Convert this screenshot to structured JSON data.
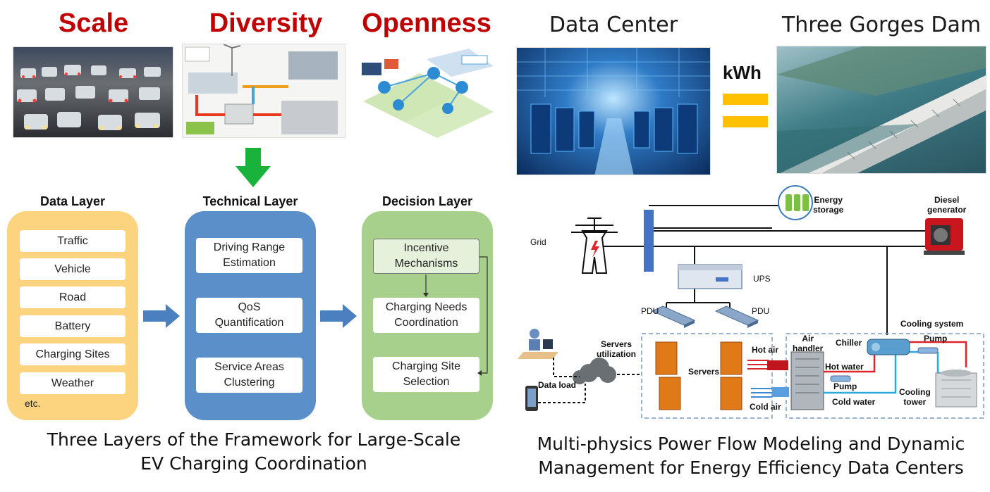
{
  "headings": {
    "scale": "Scale",
    "diversity": "Diversity",
    "openness": "Openness",
    "data_center": "Data Center",
    "three_gorges": "Three Gorges Dam",
    "kwh": "kWh"
  },
  "layers": {
    "data": {
      "title": "Data Layer",
      "items": [
        "Traffic",
        "Vehicle",
        "Road",
        "Battery",
        "Charging Sites",
        "Weather"
      ],
      "etc": "etc."
    },
    "technical": {
      "title": "Technical Layer",
      "items": [
        "Driving Range\nEstimation",
        "QoS\nQuantification",
        "Service Areas\nClustering"
      ]
    },
    "decision": {
      "title": "Decision Layer",
      "items": [
        "Incentive\nMechanisms",
        "Charging Needs\nCoordination",
        "Charging Site\nSelection"
      ]
    }
  },
  "captions": {
    "left": "Three Layers of the Framework for Large-Scale\nEV Charging Coordination",
    "right": "Multi-physics Power Flow Modeling and Dynamic\nManagement for Energy Efficiency Data Centers"
  },
  "power_diagram": {
    "grid": "Grid",
    "energy_storage": "Energy\nstorage",
    "diesel_generator": "Diesel\ngenerator",
    "ups": "UPS",
    "pdu_left": "PDU",
    "pdu_right": "PDU",
    "servers_utilization": "Servers\nutilization",
    "servers": "Servers",
    "data_load": "Data load",
    "hot_air": "Hot air",
    "cold_air": "Cold air",
    "air_handler": "Air\nhandler",
    "chiller": "Chiller",
    "hot_water": "Hot water",
    "pump_lower": "Pump",
    "cold_water": "Cold water",
    "pump_upper": "Pump",
    "cooling_system": "Cooling system",
    "cooling_tower": "Cooling\ntower"
  },
  "colors": {
    "heading_red": "#c00000",
    "data_panel": "#fcd37f",
    "technical_panel": "#5b8fc9",
    "decision_panel": "#a8d08d",
    "arrow_blue": "#4a7fc0",
    "arrow_green": "#19b33b",
    "equal_sign": "#ffc000"
  }
}
